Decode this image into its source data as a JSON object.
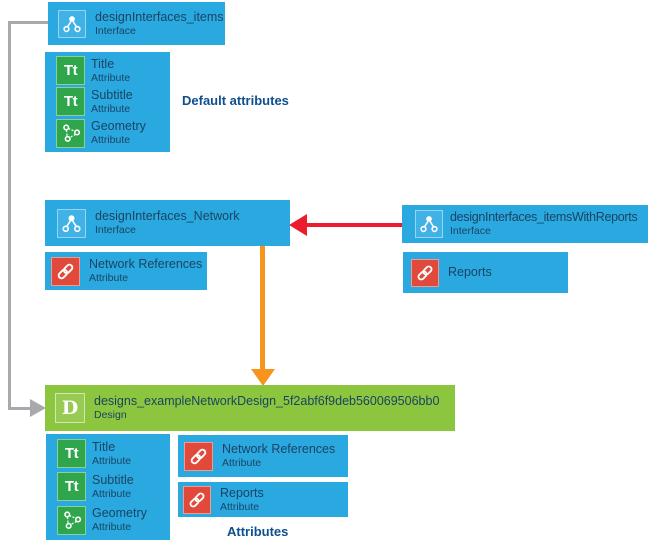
{
  "diagram": {
    "nodes": {
      "items": {
        "title": "designInterfaces_items",
        "subtitle": "Interface"
      },
      "network": {
        "title": "designInterfaces_Network",
        "subtitle": "Interface"
      },
      "itemsWithReports": {
        "title": "designInterfaces_itemsWithReports",
        "subtitle": "Interface"
      },
      "design": {
        "title": "designs_exampleNetworkDesign_5f2abf6f9deb560069506bb0",
        "subtitle": "Design"
      }
    },
    "attribute_nodes": {
      "network_references": {
        "title": "Network References",
        "subtitle": "Attribute"
      },
      "reports_plain": {
        "title": "Reports"
      },
      "design_network_references": {
        "title": "Network References",
        "subtitle": "Attribute"
      },
      "design_reports": {
        "title": "Reports",
        "subtitle": "Attribute"
      }
    },
    "default_attributes": {
      "caption": "Default attributes",
      "items": [
        {
          "title": "Title",
          "subtitle": "Attribute",
          "icon": "text-format-icon"
        },
        {
          "title": "Subtitle",
          "subtitle": "Attribute",
          "icon": "text-format-icon"
        },
        {
          "title": "Geometry",
          "subtitle": "Attribute",
          "icon": "geometry-polygon-icon"
        }
      ]
    },
    "design_attributes": {
      "caption": "Attributes",
      "items": [
        {
          "title": "Title",
          "subtitle": "Attribute",
          "icon": "text-format-icon"
        },
        {
          "title": "Subtitle",
          "subtitle": "Attribute",
          "icon": "text-format-icon"
        },
        {
          "title": "Geometry",
          "subtitle": "Attribute",
          "icon": "geometry-polygon-icon"
        }
      ]
    },
    "icon_glyphs": {
      "text_format": "Tt",
      "design_letter": "D",
      "interface": "share-nodes-icon",
      "reference": "chain-link-icon"
    },
    "colors": {
      "node_blue": "#29a9e0",
      "design_green": "#8cc63e",
      "attribute_icon_green": "#2fa64c",
      "reference_icon_red": "#e1493b",
      "arrow_red": "#ed1b2e",
      "arrow_orange": "#f7941e",
      "connector_gray": "#a7a9ac",
      "node_text_navy": "#1b4363",
      "caption_blue": "#0e4f8e"
    }
  }
}
